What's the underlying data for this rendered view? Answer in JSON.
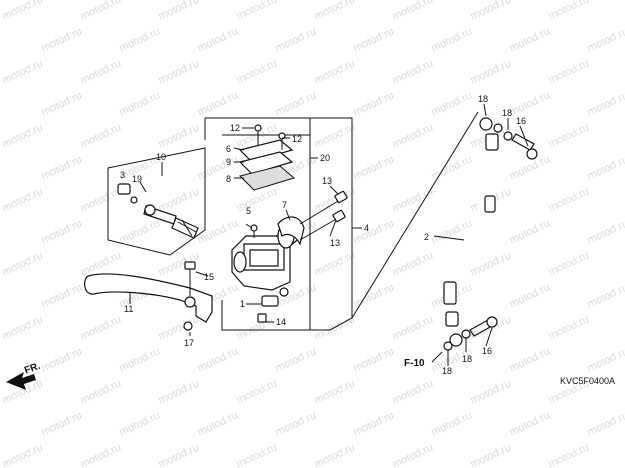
{
  "watermark": "motod.ru",
  "diagram_code": "KVC5F0400A",
  "ref_label": "F-10",
  "direction_label": "FR.",
  "callouts": {
    "c1": "1",
    "c2": "2",
    "c3": "3",
    "c4": "4",
    "c5": "5",
    "c6": "6",
    "c7": "7",
    "c8": "8",
    "c9": "9",
    "c10": "10",
    "c11": "11",
    "c12a": "12",
    "c12b": "12",
    "c13a": "13",
    "c13b": "13",
    "c14": "14",
    "c15": "15",
    "c16a": "16",
    "c16b": "16",
    "c17": "17",
    "c18a": "18",
    "c18b": "18",
    "c18c": "18",
    "c18d": "18",
    "c19": "19",
    "c20": "20"
  }
}
